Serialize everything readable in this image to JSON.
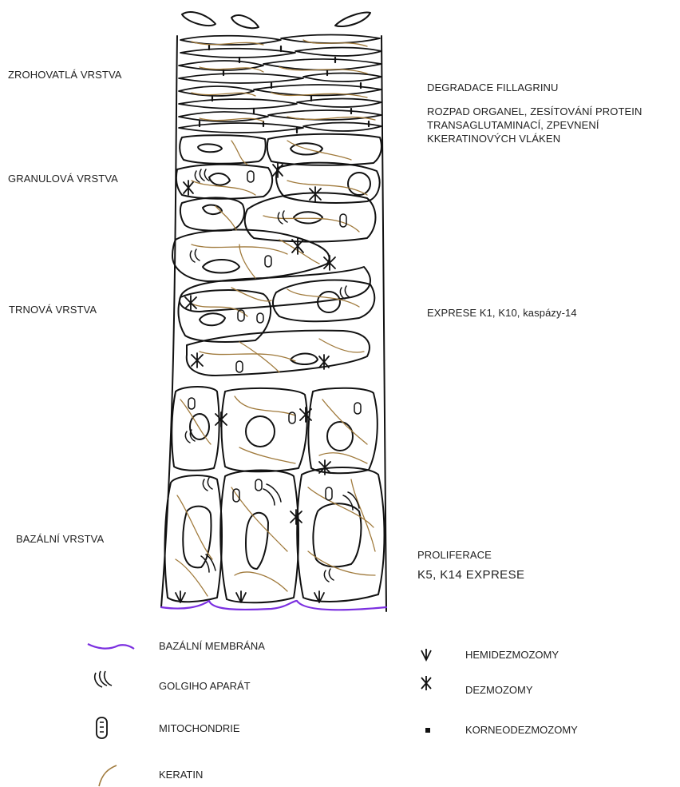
{
  "layers": {
    "stratum_corneum": "ZROHOVATLÁ VRSTVA",
    "stratum_granulosum": "GRANULOVÁ VRSTVA",
    "stratum_spinosum": "TRNOVÁ VRSTVA",
    "stratum_basale": "BAZÁLNÍ VRSTVA"
  },
  "notes": {
    "corneum_1": "DEGRADACE FILLAGRINU",
    "corneum_2": "ROZPAD ORGANEL, ZESÍTOVÁNÍ PROTEIN",
    "corneum_3": "TRANSAGLUTAMINACÍ, ZPEVNENÍ",
    "corneum_4": "KKERATINOVÝCH VLÁKEN",
    "spinosum": "EXPRESE K1, K10, kaspázy-14",
    "basale_1": "PROLIFERACE",
    "basale_2": "K5, K14 EXPRESE"
  },
  "legend": {
    "basement_membrane": "BAZÁLNÍ MEMBRÁNA",
    "golgi": "GOLGIHO APARÁT",
    "mitochondria": "MITOCHONDRIE",
    "keratin": "KERATIN",
    "hemidesmosomes": "HEMIDEZMOZOMY",
    "desmosomes": "DEZMOZOMY",
    "corneodesmosomes": "KORNEODEZMOZOMY"
  },
  "colors": {
    "ink": "#111111",
    "keratin": "#a07a3c",
    "basement_membrane": "#7b2fe0"
  }
}
